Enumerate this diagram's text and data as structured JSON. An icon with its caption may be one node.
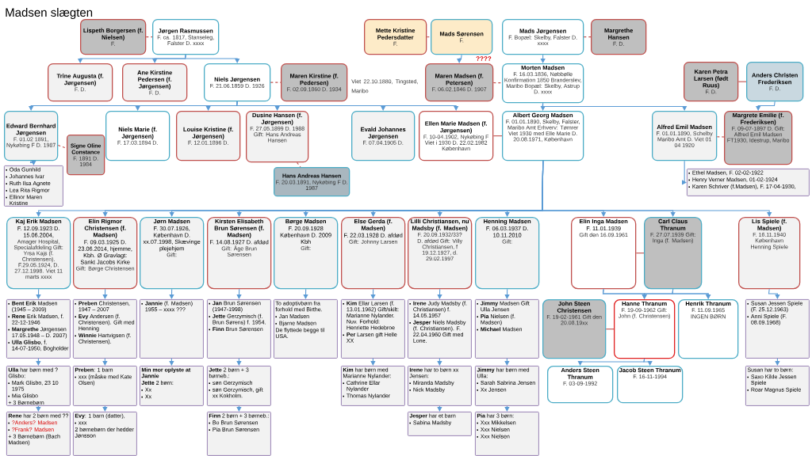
{
  "diagram": {
    "title": "Madsen slægten",
    "nodes": [
      {
        "text": [
          "Lispeth Borgersen (f. Nielsen)",
          "F."
        ]
      },
      {
        "text": [
          "Jørgen Rasmussen",
          "F. ca. 1817, Stanseleg, Falster D. xxxx"
        ]
      },
      {
        "text": [
          "Mette Kristine Pedersdatter",
          "F."
        ]
      },
      {
        "text": [
          "Mads Sørensen",
          "F."
        ]
      },
      {
        "text": [
          "Mads Jørgensen",
          "F. Bopæl: Skelby, Falster D. xxxx"
        ]
      },
      {
        "text": [
          "Margrethe Hansen",
          "F. D."
        ]
      },
      {
        "text": [
          "Trine Augusta (f. Jørgensen)",
          "F. D."
        ]
      },
      {
        "text": [
          "Ane Kirstine Pedersen (f. Jørgensen)",
          "F. D."
        ]
      },
      {
        "text": [
          "Niels Jørgensen",
          "F. 21.06.1859 D. 1926"
        ]
      },
      {
        "text": [
          "Maren Kirstine (f. Pedersen)",
          "F. 02.09.1860 D. 1934"
        ],
        "beside": [
          "Viet 22.10.1880, Tingsted, Maribo"
        ]
      },
      {
        "text": [
          "Maren Madsen (f. Petersen)",
          "F. 06.02.1846 D. 1907"
        ]
      },
      {
        "text": [
          "Morten Madsen",
          "F. 16.03.1836, Nøbbølle Konfirmation 1850 Branderslev, Maribo Bopæl: Skelby, Astrup D. xxxx"
        ]
      },
      {
        "text": [
          "Karen Petra Larsen (født Ruus)",
          "F. D."
        ]
      },
      {
        "text": [
          "Anders Christen Frederiksen",
          "F. D."
        ]
      },
      {
        "text": [
          "Edward Bernhard Jørgensen",
          "F. 01.02 1891, Nykøbing F D. 1987"
        ]
      },
      {
        "text": [
          "Signe Oline Constance",
          "F. 1891 D. 1984"
        ]
      },
      {
        "text": [
          "Niels Marie (f. Jørgensen)",
          "F. 17.03.1894 D."
        ]
      },
      {
        "text": [
          "Louise Kristine (f. Jørgensen)",
          "F. 12.01.1896 D."
        ]
      },
      {
        "text": [
          "Dusine Hansen (f. Jørgensen)",
          "F. 27.05.1899 D. 1988 Gift: Hans Andreas Hansen"
        ]
      },
      {
        "text": [
          "Hans Andreas Hansen",
          "F. 20.03.1891, Nykøbing F D. 1987"
        ]
      },
      {
        "text": [
          "Evald Johannes Jørgensen",
          "F. 07.04.1905 D."
        ]
      },
      {
        "text": [
          "Ellen Marie Madsen (f. Jørgensen)",
          "F. 10-04.1902, Nykøbing F Viet i 1930 D. 22.02.1982 København"
        ]
      },
      {
        "text": [
          "Albert Georg Madsen",
          "F. 01.01.1890, Skelby, Falster, Maribo Amt Erhverv: Tømrer Viet 1930 med Elle Marie D. 20.08.1971, København"
        ]
      },
      {
        "text": [
          "Alfred Emil Madsen",
          "F. 01.01.1890, Schelby Maribo Amt D. Viet 01 04 1920"
        ]
      },
      {
        "text": [
          "Margrete Emilie (f. Frederiksen)",
          "F. 09-07-1897 D. Gift: Alfred Emil Madsen FT1930, Idestrup, Maribo"
        ]
      },
      {
        "text": [
          "Oda Gunhild",
          "Johannes Ivar",
          "Ruth Ilsa Agnete",
          "Lea Rita Rigmor",
          "Ellinor Maren Kristine"
        ]
      },
      {
        "text": [
          "Ethel Madsen, F. 02-02-1922",
          "Henry Verner Madsen, 01-02-1924",
          "Karen Schriver (f.Madsen), F. 17-04-1930,"
        ]
      },
      {
        "text": [
          "Kaj Erik Madsen",
          "F. 12.09.1923 D. 15.06.2004,",
          "Amager Hospital, Specialafdeling Gift: Yrsa Kajs (f. Christensen). F.29.05.1924, D. 27.12.1998. Viet 11 marts xxxx"
        ]
      },
      {
        "text": [
          "Elin Rigmor Christensen (f. Madsen)",
          "F. 09.03.1925 D. 23.06.2014, hjemme, Kbh. Ø Gravlagt: Sankt Jacobs Kirke",
          "Gift: Børge Christensen"
        ]
      },
      {
        "text": [
          "Jørn Madsen",
          "F. 30.07.1926, København D. xx.07.1998, Skævinge plejehjem",
          "Gift:"
        ]
      },
      {
        "text": [
          "Kirsten Elisabeth Brun Sørensen (f. Madsen)",
          "F. 14.08.1927 D. afdød",
          "Gift: Åge Brun Sørensen"
        ]
      },
      {
        "text": [
          "Børge Madsen",
          "F. 20.09.1928 København D. 2009 Kbh",
          "Gift:"
        ]
      },
      {
        "text": [
          "Else Gerda (f. Madsen)",
          "F. 22.03.1928 D. afdød",
          "Gift: Johnny Larsen"
        ]
      },
      {
        "text": [
          "Lilli Christiansen, nu Madsby (f. Madsen)",
          "F. 20.09.1932/33?",
          "D. afdød Gift: Villy Christiansen, f 19.12.1927, d. 29.02.1997"
        ]
      },
      {
        "text": [
          "Henning Madsen",
          "F. 06.03.1937 D. 10.11.2010",
          "Gift:"
        ]
      },
      {
        "text": [
          "Elin Inga Madsen",
          "F. 11.01.1939",
          "Gift den 16.09.1961"
        ]
      },
      {
        "text": [
          "Carl Claus Thranum",
          "F. 27.07.1939 Gift: Inga (f. Madsen)"
        ]
      },
      {
        "text": [
          "Lis Spiele (f. Madsen)",
          "F. 16.11.1940 København",
          "Henning Spiele"
        ]
      },
      {
        "text": [
          "**Bent Erik** Madsen (1945 – 2009)",
          "**Rene** Erik Madsen, f. 22-12-1946",
          "**Margrethe** Jørgensen 17.05.1948 – D. 2007)",
          "**Ulla Glisbo**, f. 14-07-1950, Bogholder"
        ]
      },
      {
        "text": [
          "**Preben** Christensen, 1947 – 2007",
          "**Evy** Andersen (f. Christensen). Gift med Henning",
          "**Winnie** Hartvigsen (f. Christensen)."
        ]
      },
      {
        "text": [
          "**Jannie** (f. Madsen) 1955 – xxxx ???"
        ]
      },
      {
        "text": [
          "**Jan** Brun Sørensen (1947-1998)",
          "**Jette** Gerzymisch (f. Brun Sørens) f. 1954.",
          "**Finn** Brun Sørensen"
        ]
      },
      {
        "text": [
          "To adoptivbørn fra forhold med Birthe.",
          "Jan Madsen",
          "Bjarne Madsen",
          "De flyttede begge til USA."
        ]
      },
      {
        "text": [
          "**Kim** Ellar Larsen (f. 13.01.1962) Gift/skilt: Marianne Nylander. Nuv. Forhold: Henriette Hedebroe",
          "**Per** Larsen gift Helle XX"
        ]
      },
      {
        "text": [
          "**Irene** Judy Madsby (f. Christiansen) f. 14.05.1957",
          "**Jesper** Niels Madsby (f. Christiansen). F. 22.04.1960 Gift med Lone."
        ]
      },
      {
        "text": [
          "**Jimmy** Madsen Gift Ulla Jensen",
          "**Pia** Nielsen (f. Madsen)",
          "**Michael** Madsen"
        ]
      },
      {
        "text": [
          "John Steen Christensen",
          "F. 19-02-1961 Gift den 20.08.19xx"
        ]
      },
      {
        "text": [
          "Hanne Thranum",
          "F. 19-09-1962 Gift: John (f. Christensen)"
        ]
      },
      {
        "text": [
          "Henrik Thranum",
          "F. 11.09.1965",
          "INGEN BØRN"
        ]
      },
      {
        "text": [
          "Susan Jessen Spiele (F. 25.12.1963)",
          "Anni Spiele (F. 08.09.1968)"
        ]
      },
      {
        "text": [
          "**Ulla** har børn med ? Glisbo:",
          "Mark Glisbo, 23 10 1975",
          "Mia Glisbo",
          "+ 3 Børnebørn"
        ]
      },
      {
        "text": [
          "**Preben**: 1 barn",
          "xxx (måske med Kate Olsen)"
        ]
      },
      {
        "text": [
          "Min mor oplyste at Jannie",
          "**Jette** 2 børn:",
          "Xx",
          "Xx"
        ]
      },
      {
        "text": [
          "**Jette** 2 børn + 3 børneb.:",
          "søn Gerzymisch",
          "søn Gerzymisch, gift xx Kokholm."
        ]
      },
      {
        "text": [
          "**Kim** har børn med Marianne Nylander:",
          "Cathrine Ellar Nylander",
          "Thomas Nylander"
        ]
      },
      {
        "text": [
          "**Irene** har to børn xx Jensen:",
          "Miranda Madsby",
          "Nick Madsby"
        ]
      },
      {
        "text": [
          "**Jimmy** har børn med Ulla:",
          "Sarah Sabrina Jensen",
          "Xx Jensen"
        ]
      },
      {
        "text": [
          "Anders Steen Thranum",
          "F. 03-09-1992"
        ]
      },
      {
        "text": [
          "Jacob Steen Thranum",
          "F. 16-11-1994"
        ]
      },
      {
        "text": [
          "Susan har to børn:",
          "Saxo Kilde Jessen Spiele",
          "Roar Magnus Spiele"
        ]
      },
      {
        "text": [
          "**Rene** har 2 børn med ??",
          "?Anders? Madsen",
          "?Frank? Madsen",
          "+ 3 Børnebørn (Bach Madsen)"
        ]
      },
      {
        "text": [
          "**Evy**: 1 barn (datter),",
          "xxx",
          "2 børnebørn der hedder Jønsson"
        ]
      },
      {
        "text": [
          "**Finn** 2 børn + 3 børneb.:",
          "Bo Brun Sørensen",
          "Pia Brun Sørensen"
        ]
      },
      {
        "text": [
          "**Jesper** har et barn",
          "Sabina Madsby"
        ]
      },
      {
        "text": [
          "**Pia** har 3 børn:",
          "Xxx Mikkelsen",
          "Xxx Nielsen",
          "Xxx Nielsen"
        ]
      }
    ],
    "edges": [
      {
        "from": 0,
        "to": 1,
        "arrow": "none",
        "style": "dashed",
        "color": "#c0504d"
      },
      {
        "from": 2,
        "to": 3,
        "arrow": "none",
        "style": "dashed",
        "color": "#c0504d"
      },
      {
        "from": 4,
        "to": 5,
        "arrow": "none",
        "style": "dashed",
        "color": "#c0504d"
      },
      {
        "from": 1,
        "to": 6,
        "arrow": "to"
      },
      {
        "from": 1,
        "to": 7,
        "arrow": "to"
      },
      {
        "from": 1,
        "to": 8,
        "arrow": "to"
      },
      {
        "from": 8,
        "to": 9,
        "arrow": "none",
        "style": "dashed",
        "color": "#c0504d"
      },
      {
        "from": 3,
        "to": 10,
        "arrow": "to"
      },
      {
        "from": 10,
        "to": 11,
        "arrow": "none",
        "style": "dashed",
        "color": "#c0504d"
      },
      {
        "from": 4,
        "to": 11,
        "arrow": "to"
      },
      {
        "from": 12,
        "to": 13,
        "arrow": "none",
        "color": "#c0504d"
      },
      {
        "from": 11,
        "to": 22,
        "arrow": "to"
      },
      {
        "from": 11,
        "to": 23,
        "arrow": "to"
      },
      {
        "from": 13,
        "to": 24,
        "arrow": "to"
      },
      {
        "from": 8,
        "to": 14,
        "arrow": "to"
      },
      {
        "from": 8,
        "to": 16,
        "arrow": "to"
      },
      {
        "from": 8,
        "to": 17,
        "arrow": "to"
      },
      {
        "from": 8,
        "to": 18,
        "arrow": "to"
      },
      {
        "from": 8,
        "to": 20,
        "arrow": "to"
      },
      {
        "from": 8,
        "to": 21,
        "arrow": "to"
      },
      {
        "from": 14,
        "to": 15,
        "arrow": "none",
        "style": "dashed",
        "color": "#c0504d"
      },
      {
        "from": 18,
        "to": 19,
        "arrow": "none",
        "style": "dashed",
        "color": "#c0504d"
      },
      {
        "from": 21,
        "to": 22,
        "arrow": "none",
        "color": "#c0504d"
      },
      {
        "from": 23,
        "to": 24,
        "arrow": "none",
        "style": "dashed",
        "color": "#c0504d"
      },
      {
        "from": 14,
        "to": 25,
        "arrow": "to"
      },
      {
        "from": 23,
        "to": 26,
        "arrow": "to"
      },
      {
        "from": 22,
        "to": 27,
        "arrow": "to"
      },
      {
        "from": 22,
        "to": 28,
        "arrow": "to"
      },
      {
        "from": 22,
        "to": 29,
        "arrow": "to"
      },
      {
        "from": 22,
        "to": 30,
        "arrow": "to"
      },
      {
        "from": 22,
        "to": 31,
        "arrow": "to"
      },
      {
        "from": 22,
        "to": 32,
        "arrow": "to"
      },
      {
        "from": 22,
        "to": 33,
        "arrow": "to"
      },
      {
        "from": 22,
        "to": 34,
        "arrow": "to"
      },
      {
        "from": 22,
        "to": 35,
        "arrow": "to"
      },
      {
        "from": 22,
        "to": 36,
        "arrow": "to"
      },
      {
        "from": 22,
        "to": 37,
        "arrow": "to"
      },
      {
        "from": 35,
        "to": 36,
        "arrow": "none",
        "color": "#c0504d"
      },
      {
        "from": 27,
        "to": 38,
        "arrow": "to"
      },
      {
        "from": 28,
        "to": 39,
        "arrow": "to"
      },
      {
        "from": 29,
        "to": 40,
        "arrow": "to"
      },
      {
        "from": 30,
        "to": 41,
        "arrow": "to"
      },
      {
        "from": 31,
        "to": 42,
        "arrow": "to"
      },
      {
        "from": 32,
        "to": 43,
        "arrow": "to"
      },
      {
        "from": 33,
        "to": 44,
        "arrow": "to"
      },
      {
        "from": 34,
        "to": 45,
        "arrow": "to"
      },
      {
        "from": 37,
        "to": 49,
        "arrow": "to"
      },
      {
        "from": 35,
        "to": 47,
        "arrow": "to"
      },
      {
        "from": 35,
        "to": 48,
        "arrow": "to"
      },
      {
        "from": 36,
        "to": 47,
        "arrow": "to"
      },
      {
        "from": 36,
        "to": 48,
        "arrow": "to"
      },
      {
        "from": 46,
        "to": 47,
        "arrow": "none",
        "color": "#c0504d"
      },
      {
        "from": 47,
        "to": 57,
        "arrow": "to"
      },
      {
        "from": 47,
        "to": 58,
        "arrow": "to"
      },
      {
        "from": 38,
        "to": 50,
        "arrow": "to"
      },
      {
        "from": 39,
        "to": 51,
        "arrow": "to"
      },
      {
        "from": 40,
        "to": 52,
        "arrow": "to"
      },
      {
        "from": 41,
        "to": 53,
        "arrow": "to"
      },
      {
        "from": 43,
        "to": 54,
        "arrow": "to"
      },
      {
        "from": 44,
        "to": 55,
        "arrow": "to"
      },
      {
        "from": 45,
        "to": 56,
        "arrow": "to"
      },
      {
        "from": 49,
        "to": 59,
        "arrow": "to"
      },
      {
        "from": 50,
        "to": 60,
        "arrow": "to"
      },
      {
        "from": 51,
        "to": 61,
        "arrow": "to"
      },
      {
        "from": 53,
        "to": 62,
        "arrow": "to"
      },
      {
        "from": 55,
        "to": 63,
        "arrow": "to"
      },
      {
        "from": 56,
        "to": 64,
        "arrow": "to"
      }
    ],
    "labels": [
      "????"
    ]
  }
}
